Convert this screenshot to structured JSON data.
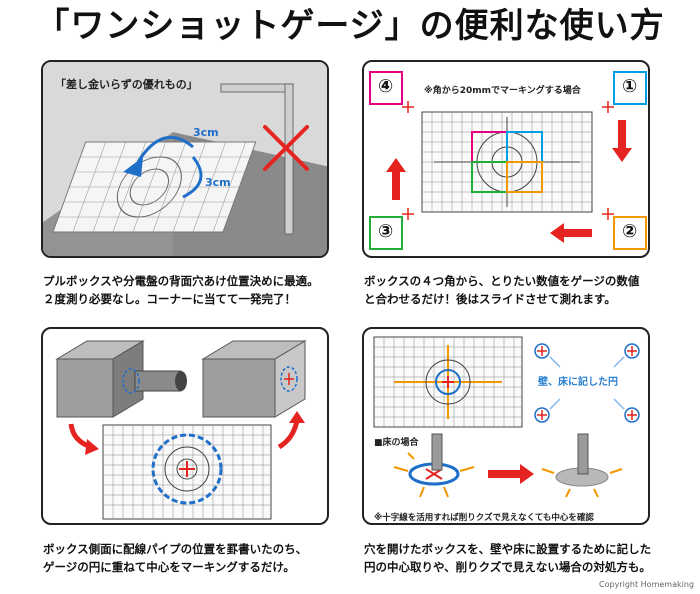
{
  "title": "「ワンショットゲージ」の便利な使い方",
  "panels": [
    {
      "label": "「差し金いらずの優れもの」",
      "measure_1": "3cm",
      "measure_2": "3cm",
      "caption_lines": [
        "プルボックスや分電盤の背面穴あけ位置決めに最適。",
        "２度測り必要なし。コーナーに当てて一発完了！"
      ]
    },
    {
      "note": "※角から20mmでマーキングする場合",
      "corners": [
        "④",
        "①",
        "③",
        "②"
      ],
      "caption_lines": [
        "ボックスの４つ角から、とりたい数値をゲージの数値",
        "と合わせるだけ！後はスライドさせて測れます。"
      ]
    },
    {
      "caption_lines": [
        "ボックス側面に配線パイプの位置を罫書いたのち、",
        "ゲージの円に重ねて中心をマーキングするだけ。"
      ]
    },
    {
      "wall_label": "壁、床に記した円",
      "floor_label": "■床の場合",
      "note": "※十字線を活用すれば削りクズで見えなくても中心を確認",
      "caption_lines": [
        "穴を開けたボックスを、壁や床に設置するために記した",
        "円の中心取りや、削りクズで見えない場合の対処方も。"
      ]
    }
  ],
  "copyright": "Copyright Homemaking",
  "colors": {
    "accent_red": "#e52421",
    "accent_blue": "#1f6fc9",
    "corner_pink": "#e5007f",
    "corner_cyan": "#00a0e9",
    "corner_green": "#22ac38",
    "corner_orange": "#f39800",
    "gauge_gray": "#9a9a9a"
  }
}
